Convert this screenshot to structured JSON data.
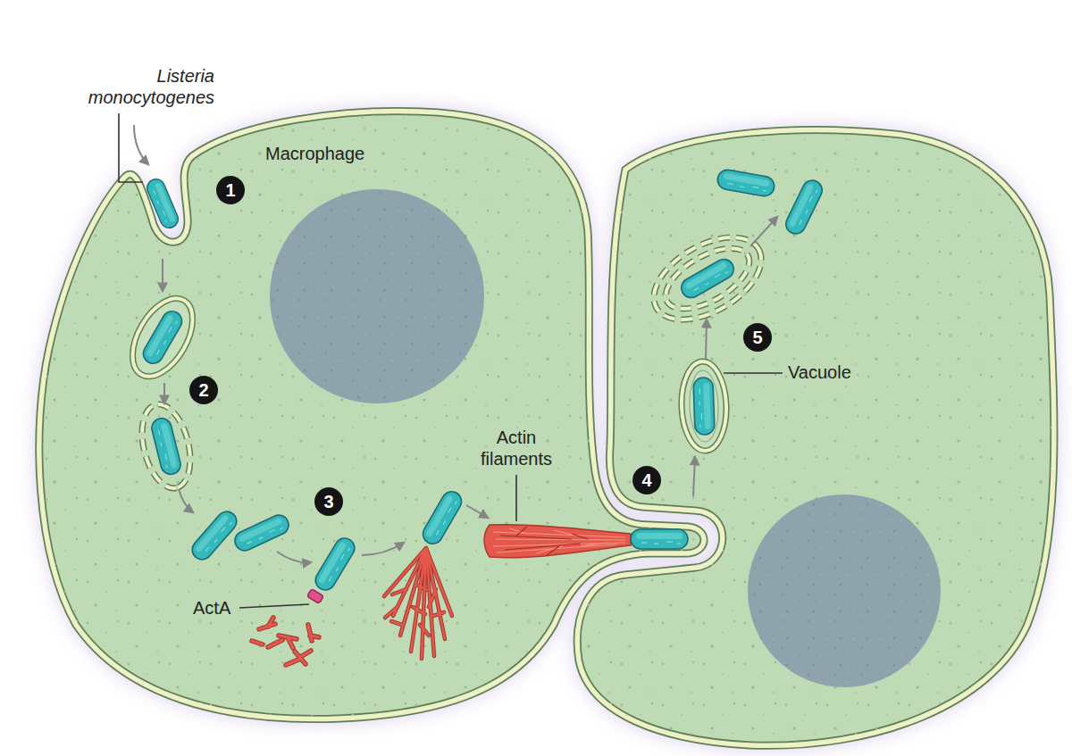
{
  "diagram": {
    "labels": [
      "Listeria monocytogenes",
      "Macrophage",
      "1",
      "2",
      "3",
      "ActA",
      "Actin filaments",
      "4",
      "5",
      "Vacuole"
    ]
  }
}
